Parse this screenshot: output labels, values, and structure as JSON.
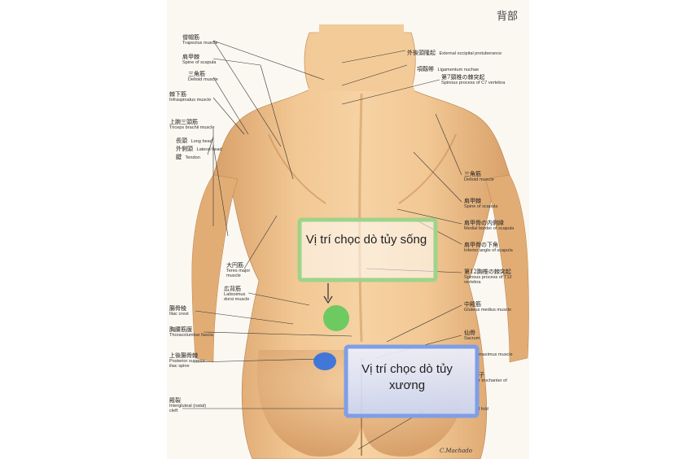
{
  "page_title": "背部",
  "signature": "C.Machado",
  "annotations": {
    "spinal": "Vị trí chọc dò tủy sống",
    "marrow": "Vị trí chọc dò tủy xương"
  },
  "labels_left": [
    {
      "jp": "僧帽筋",
      "en": "Trapezius muscle"
    },
    {
      "jp": "肩甲棘",
      "en": "Spine of scapula"
    },
    {
      "jp": "三角筋",
      "en": "Deltoid muscle"
    },
    {
      "jp": "棘下筋",
      "en": "Infraspinatus muscle"
    },
    {
      "jp": "上腕三頭筋",
      "en": "Triceps brachii muscle"
    },
    {
      "jp": "長頭",
      "en": "Long head"
    },
    {
      "jp": "外側頭",
      "en": "Lateral head"
    },
    {
      "jp": "腱",
      "en": "Tendon"
    },
    {
      "jp": "大円筋",
      "en": "Teres major muscle"
    },
    {
      "jp": "広背筋",
      "en": "Latissimus dorsi muscle"
    },
    {
      "jp": "腸骨稜",
      "en": "Iliac crest"
    },
    {
      "jp": "胸腰筋膜",
      "en": "Thoracolumbar fascia"
    },
    {
      "jp": "上後腸骨棘",
      "en": "Posterior superior iliac spine"
    },
    {
      "jp": "殿裂",
      "en": "Intergluteal (natal) cleft"
    }
  ],
  "labels_right": [
    {
      "jp": "外後頭隆起",
      "en": "External occipital protuberance"
    },
    {
      "jp": "項靱帯",
      "en": "Ligamentum nuchae"
    },
    {
      "jp": "第7頸椎の棘突起",
      "en": "Spinous process of C7 vertebra"
    },
    {
      "jp": "三角筋",
      "en": "Deltoid muscle"
    },
    {
      "jp": "肩甲棘",
      "en": "Spine of scapula"
    },
    {
      "jp": "肩甲骨の内側縁",
      "en": "Medial border of scapula"
    },
    {
      "jp": "肩甲骨の下角",
      "en": "Inferior angle of scapula"
    },
    {
      "jp": "第12胸椎の棘突起",
      "en": "Spinous process of T12 vertebra"
    },
    {
      "jp": "中殿筋",
      "en": "Gluteus medius muscle"
    },
    {
      "jp": "仙骨",
      "en": "Sacrum"
    },
    {
      "jp": "",
      "en": "maximus muscle"
    },
    {
      "jp": "子",
      "en": "r trochanter of"
    },
    {
      "jp": "",
      "en": "l fold"
    }
  ],
  "colors": {
    "skin": "#efc593",
    "skin_shadow": "#cf9766",
    "green_box": "#9fd38a",
    "green_dot": "#5fca5a",
    "blue_box": "#7f9ee6",
    "blue_dot": "#2f6fe0"
  }
}
